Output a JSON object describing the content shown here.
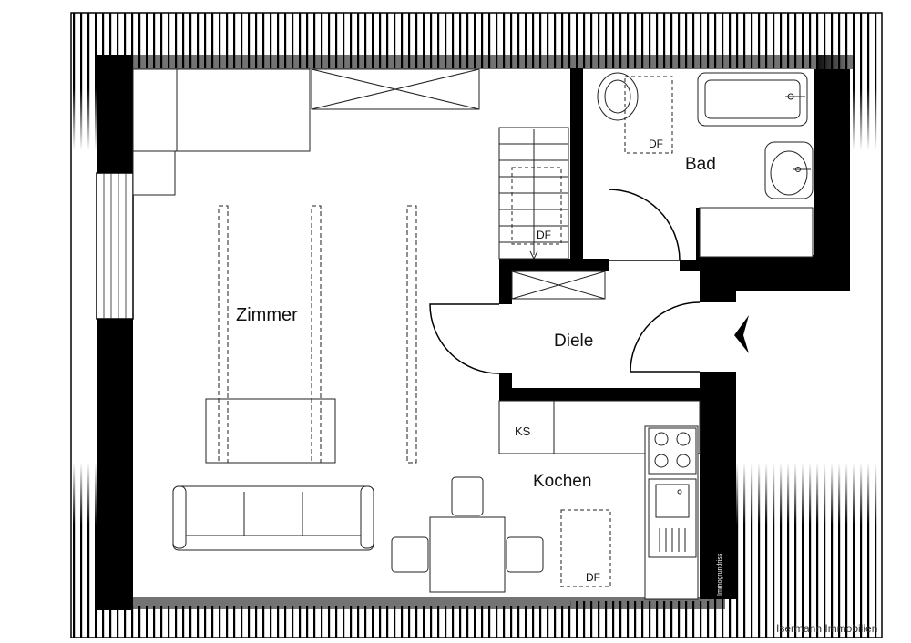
{
  "floorplan": {
    "rooms": {
      "zimmer": "Zimmer",
      "diele": "Diele",
      "bad": "Bad",
      "kochen": "Kochen"
    },
    "fixtures": {
      "ks": "KS",
      "df_bad": "DF",
      "df_stairs": "DF",
      "df_kitchen": "DF"
    },
    "badge": "Immogrundriss",
    "credit": "Isermann Immobilien",
    "colors": {
      "wall": "#000000",
      "line": "#222222",
      "background": "#ffffff"
    }
  }
}
